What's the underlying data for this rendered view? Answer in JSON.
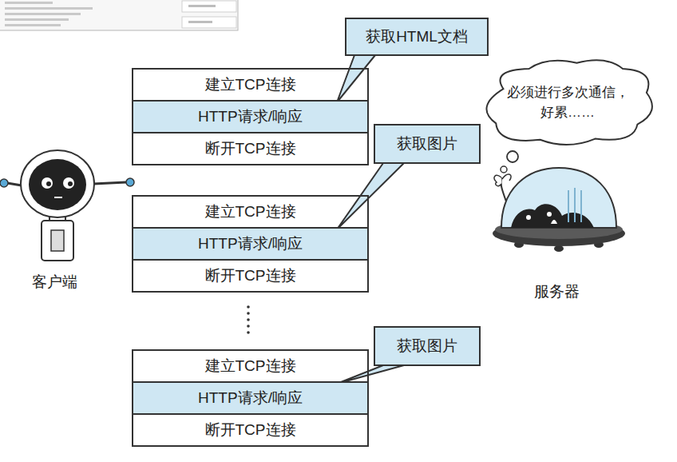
{
  "diagram": {
    "nodes": [
      {
        "text": [
          "获取HTML文档"
        ]
      },
      {
        "text": [
          "必须进行多次通信， 好累……"
        ]
      },
      {
        "text": [
          "建立TCP连接"
        ]
      },
      {
        "text": [
          "HTTP请求/响应"
        ]
      },
      {
        "text": [
          "断开TCP连接"
        ]
      },
      {
        "text": [
          "获取图片"
        ]
      },
      {
        "text": [
          "建立TCP连接"
        ]
      },
      {
        "text": [
          "HTTP请求/响应"
        ]
      },
      {
        "text": [
          "断开TCP连接"
        ]
      },
      {
        "text": [
          "获取图片"
        ]
      },
      {
        "text": [
          "建立TCP连接"
        ]
      },
      {
        "text": [
          "HTTP请求/响应"
        ]
      },
      {
        "text": [
          "断开TCP连接"
        ]
      }
    ],
    "edges": [
      {
        "from": 0,
        "to": 3,
        "arrow": "none"
      },
      {
        "from": 5,
        "to": 7,
        "arrow": "none"
      },
      {
        "from": 9,
        "to": 11,
        "arrow": "none"
      }
    ],
    "labels": [
      "客户端",
      "服务器"
    ]
  }
}
